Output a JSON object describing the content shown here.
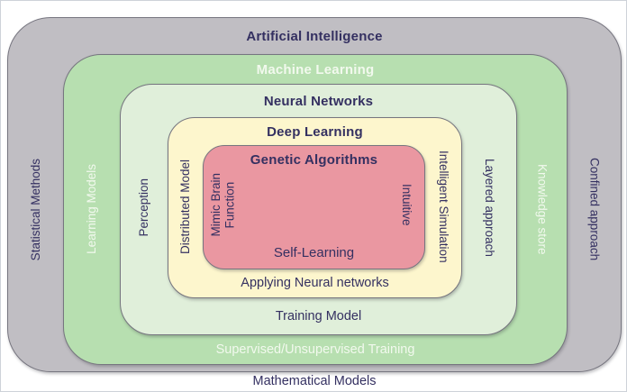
{
  "layers": [
    {
      "name": "artificial-intelligence",
      "top_label": "Artificial Intelligence",
      "left_label": "Statistical Methods",
      "right_label": "Confined approach",
      "bottom_label": "Mathematical Models",
      "bg_color": "#c0bec3",
      "text_color": "#343061",
      "border_color": "#76757f"
    },
    {
      "name": "machine-learning",
      "top_label": "Machine Learning",
      "left_label": "Learning Models",
      "right_label": "Knowledge store",
      "bottom_label": "Supervised/Unsupervised Training",
      "bg_color": "#b7dfb0",
      "text_color": "#f2f9ee",
      "border_color": "#76757f"
    },
    {
      "name": "neural-networks",
      "top_label": "Neural Networks",
      "left_label": "Perception",
      "right_label": "Layered approach",
      "bottom_label": "Training Model",
      "bg_color": "#e0efda",
      "text_color": "#343061",
      "border_color": "#76757f"
    },
    {
      "name": "deep-learning",
      "top_label": "Deep Learning",
      "left_label": "Distributed Model",
      "right_label": "Intelligent Simulation",
      "bottom_label": "Applying Neural networks",
      "bg_color": "#fdf6cd",
      "text_color": "#343061",
      "border_color": "#76757f"
    },
    {
      "name": "genetic-algorithms",
      "top_label": "Genetic Algorithms",
      "left_label": "Mimic Brain\nFunction",
      "right_label": "Intuitive",
      "bottom_label": "Self-Learning",
      "bg_color": "#ea97a1",
      "text_color": "#343061",
      "border_color": "#76757f"
    }
  ],
  "frame": {
    "background": "#ffffff",
    "border_color": "#ced2d9"
  }
}
